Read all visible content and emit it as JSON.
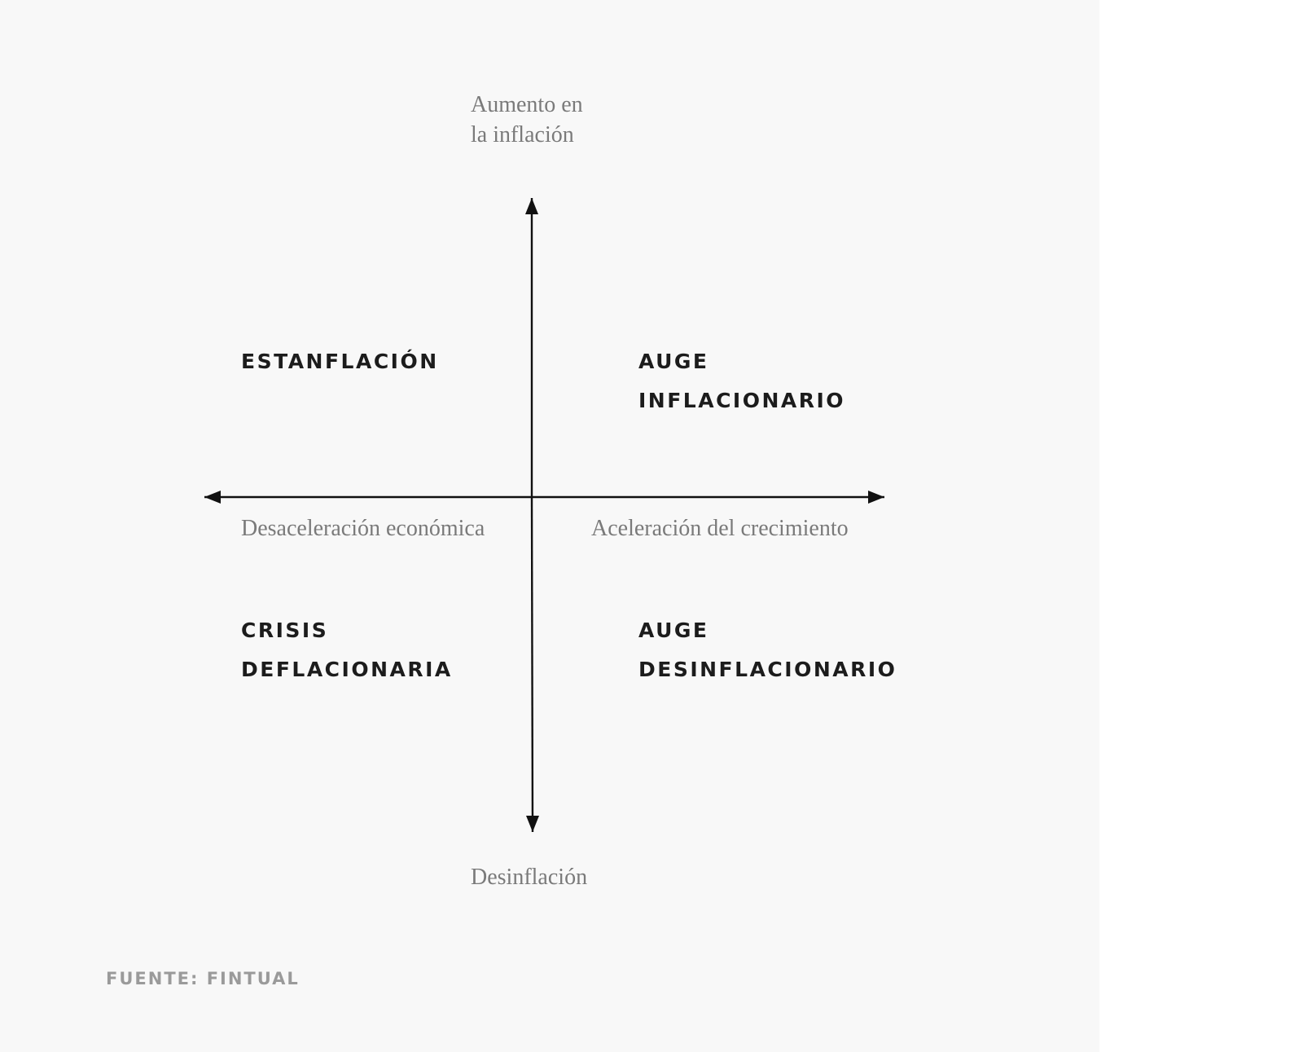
{
  "axes": {
    "top_label": [
      "Aumento en",
      "la inflación"
    ],
    "bottom_label": "Desinflación",
    "left_label": "Desaceleración económica",
    "right_label": "Aceleración del crecimiento"
  },
  "quadrants": {
    "top_left": [
      "ESTANFLACIÓN"
    ],
    "top_right": [
      "AUGE",
      "INFLACIONARIO"
    ],
    "bottom_left": [
      "CRISIS",
      "DEFLACIONARIA"
    ],
    "bottom_right": [
      "AUGE",
      "DESINFLACIONARIO"
    ]
  },
  "source": "FUENTE: FINTUAL",
  "colors": {
    "background": "#f8f8f8",
    "axis_line": "#111111",
    "axis_label": "#7a7a7a",
    "quadrant_text": "#1c1c1c",
    "source_text": "#9a9a9a"
  }
}
